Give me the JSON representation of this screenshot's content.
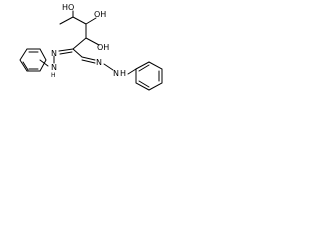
{
  "molecule": {
    "labels": {
      "oh_top_left": "HO",
      "oh_top_right": "OH",
      "oh_mid": "OH",
      "n_imine_left": "N",
      "nh_left_n": "N",
      "nh_left_h": "H",
      "n_imine_right": "N",
      "nh_right_n": "N",
      "nh_right_h": "H"
    },
    "colors": {
      "ink": "#000000",
      "background": "#ffffff"
    }
  }
}
